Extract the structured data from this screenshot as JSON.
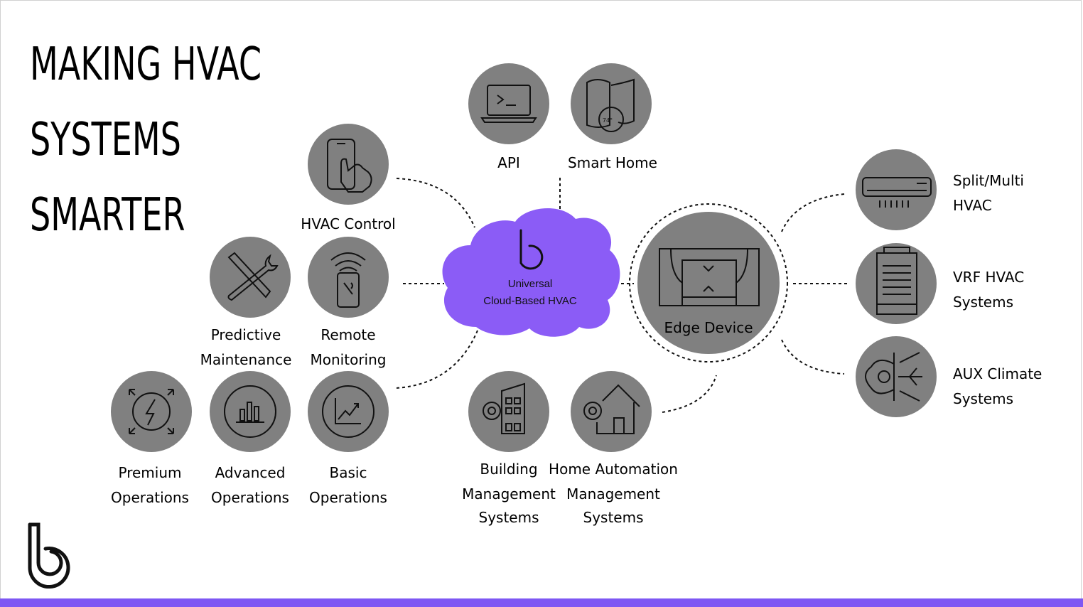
{
  "title": {
    "line1": "MAKING HVAC",
    "line2": "SYSTEMS",
    "line3": "SMARTER"
  },
  "cloud": {
    "line1": "Universal",
    "line2": "Cloud-Based HVAC",
    "color": "#8b5cf6"
  },
  "edge_device": {
    "label": "Edge Device"
  },
  "nodes": {
    "api": {
      "label": "API",
      "icon": "laptop-terminal-icon"
    },
    "smart_home": {
      "label": "Smart Home",
      "icon": "smart-speaker-thermostat-icon"
    },
    "hvac_control": {
      "label": "HVAC Control",
      "icon": "phone-touch-icon"
    },
    "predictive_maintenance": {
      "line1": "Predictive",
      "line2": "Maintenance",
      "icon": "tools-icon"
    },
    "remote_monitoring": {
      "line1": "Remote",
      "line2": "Monitoring",
      "icon": "phone-wifi-wrench-icon"
    },
    "premium_operations": {
      "line1": "Premium",
      "line2": "Operations",
      "icon": "lightning-expand-icon"
    },
    "advanced_operations": {
      "line1": "Advanced",
      "line2": "Operations",
      "icon": "bar-chart-icon"
    },
    "basic_operations": {
      "line1": "Basic",
      "line2": "Operations",
      "icon": "trend-chart-icon"
    },
    "building_management": {
      "line1": "Building",
      "line2": "Management",
      "line3": "Systems",
      "icon": "building-gear-icon"
    },
    "home_automation": {
      "line1": "Home Automation",
      "line2": "Management",
      "line3": "Systems",
      "icon": "house-gear-icon"
    },
    "split_multi": {
      "line1": "Split/Multi",
      "line2": "HVAC",
      "icon": "air-conditioner-icon"
    },
    "vrf": {
      "line1": "VRF HVAC",
      "line2": "Systems",
      "icon": "vrf-unit-icon"
    },
    "aux_climate": {
      "line1": "AUX Climate",
      "line2": "Systems",
      "icon": "gear-snowflake-icon"
    }
  },
  "thermostat_reading": "74°",
  "colors": {
    "circle_fill": "#808080",
    "accent": "#7e57f3",
    "icon_stroke": "#111111"
  }
}
